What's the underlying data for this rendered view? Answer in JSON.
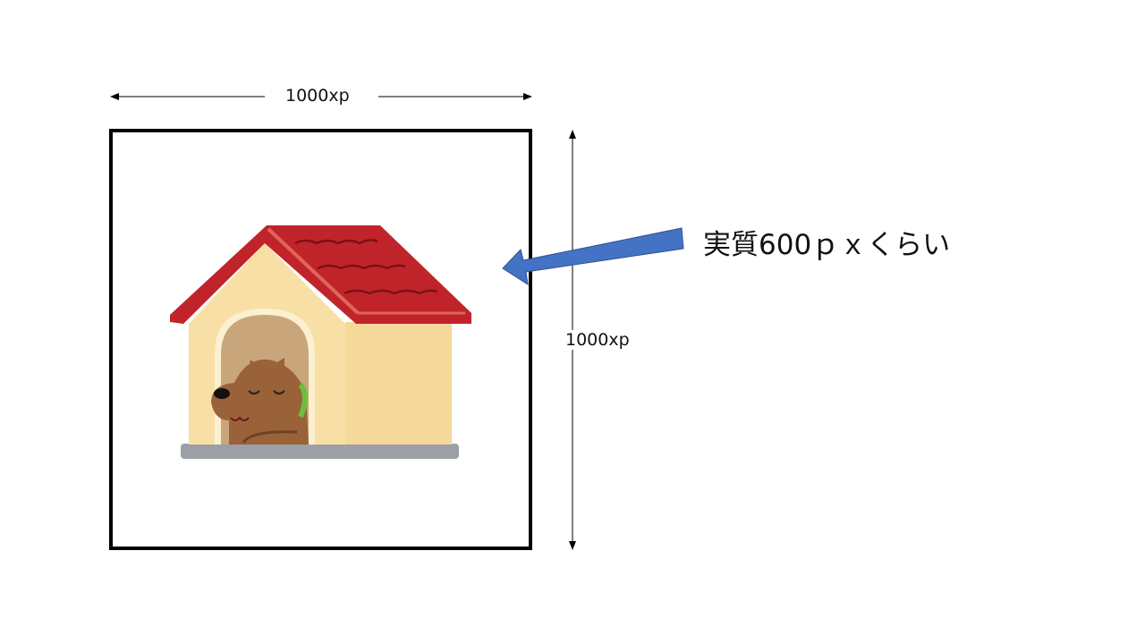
{
  "width_label": "1000xp",
  "height_label": "1000xp",
  "annotation": "実質600ｐｘくらい",
  "colors": {
    "frame": "#000000",
    "arrow": "#4472c4",
    "roof": "#c0242a",
    "wall": "#f7dca0",
    "door": "#c9a57c",
    "dog": "#9a6238",
    "collar": "#6cbf3a",
    "base": "#9aa0a6"
  }
}
